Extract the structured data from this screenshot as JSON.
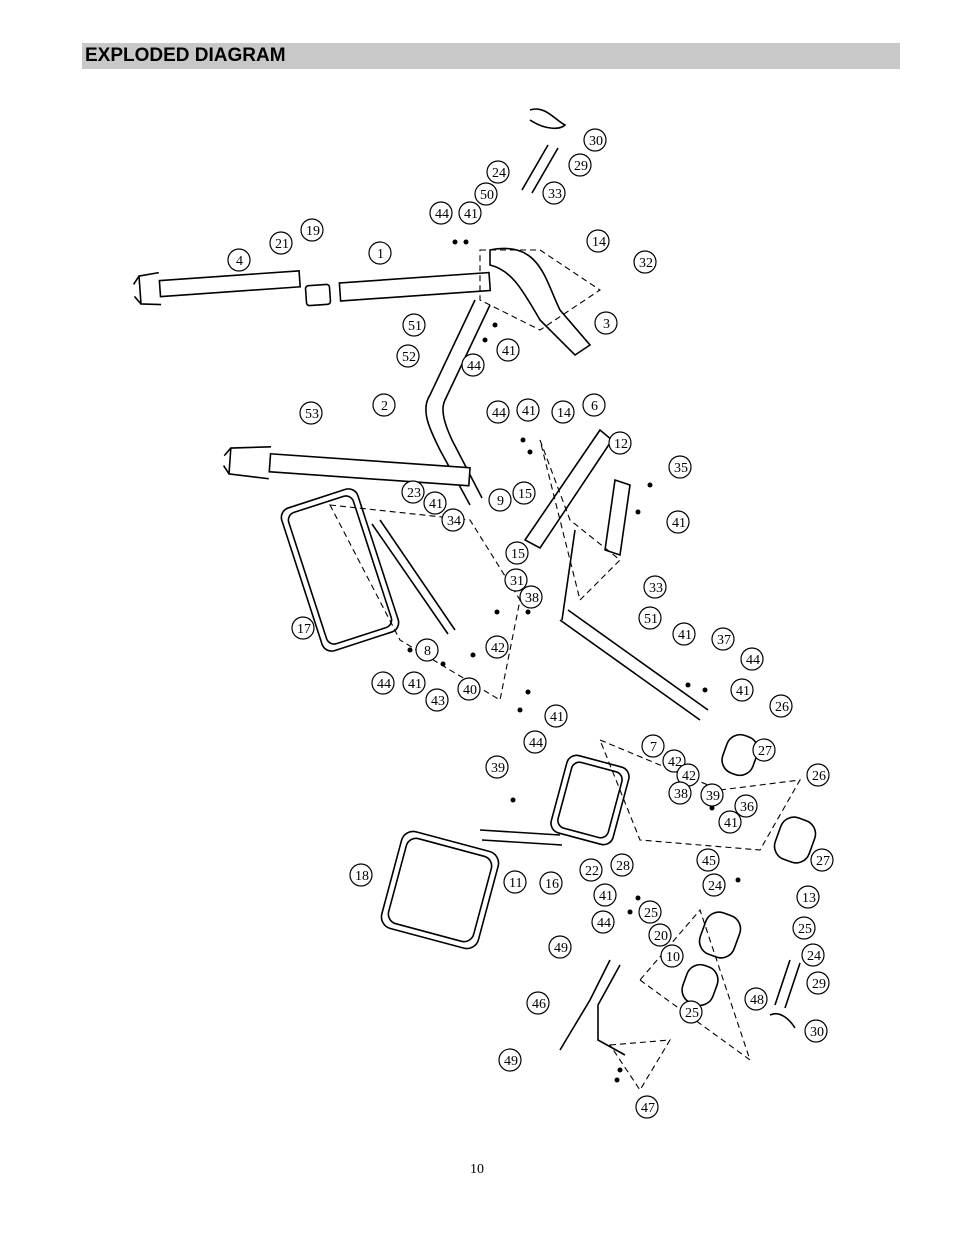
{
  "header": {
    "title": "EXPLODED DIAGRAM"
  },
  "footer": {
    "page_number": "10"
  },
  "labels": [
    "30",
    "29",
    "24",
    "50",
    "33",
    "44",
    "41",
    "19",
    "21",
    "4",
    "1",
    "14",
    "32",
    "3",
    "51",
    "52",
    "44",
    "41",
    "2",
    "53",
    "44",
    "41",
    "14",
    "6",
    "12",
    "35",
    "23",
    "41",
    "34",
    "9",
    "15",
    "15",
    "41",
    "31",
    "33",
    "17",
    "38",
    "42",
    "8",
    "44",
    "41",
    "43",
    "40",
    "41",
    "44",
    "51",
    "41",
    "37",
    "44",
    "41",
    "26",
    "7",
    "42",
    "42",
    "39",
    "38",
    "27",
    "26",
    "39",
    "36",
    "41",
    "22",
    "28",
    "45",
    "18",
    "16",
    "11",
    "41",
    "44",
    "25",
    "24",
    "13",
    "27",
    "20",
    "25",
    "10",
    "49",
    "25",
    "24",
    "48",
    "29",
    "46",
    "30",
    "49",
    "47"
  ]
}
